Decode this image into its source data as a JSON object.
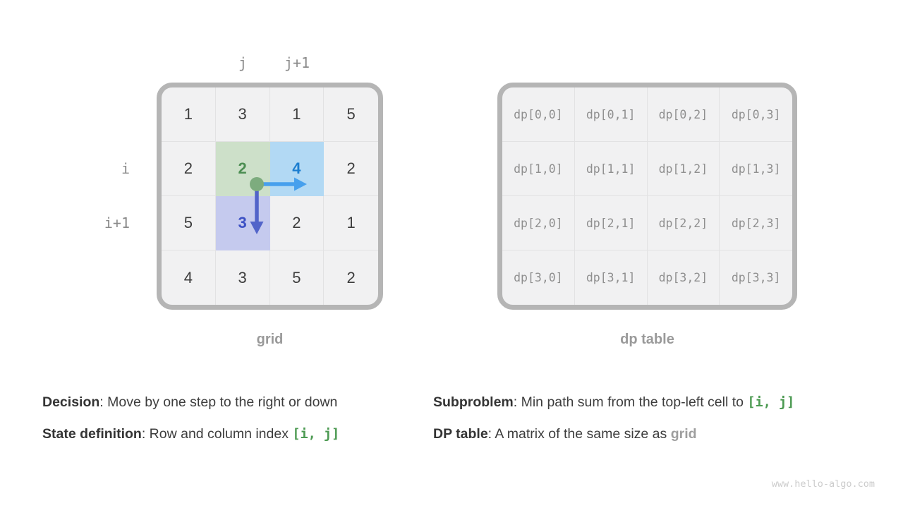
{
  "page": {
    "watermark": "www.hello-algo.com"
  },
  "grid": {
    "caption": "grid",
    "col_labels": {
      "j": "j",
      "j1": "j+1"
    },
    "row_labels": {
      "i": "i",
      "i1": "i+1"
    },
    "cells": [
      [
        "1",
        "3",
        "1",
        "5"
      ],
      [
        "2",
        "2",
        "4",
        "2"
      ],
      [
        "5",
        "3",
        "2",
        "1"
      ],
      [
        "4",
        "3",
        "5",
        "2"
      ]
    ],
    "highlights": {
      "current": {
        "row": 1,
        "col": 1,
        "fill": "#cde0c9",
        "text_color": "#4c8e52"
      },
      "move_right": {
        "row": 1,
        "col": 2,
        "fill": "#b2d9f4",
        "text_color": "#1c7ed0"
      },
      "move_down": {
        "row": 2,
        "col": 1,
        "fill": "#c5caee",
        "text_color": "#3c50c4"
      }
    },
    "marker_colors": {
      "dot": "#7dac7e",
      "right_arrow": "#47a0ed",
      "down_arrow": "#5264c9"
    }
  },
  "dp": {
    "caption": "dp table",
    "cells": [
      [
        "dp[0,0]",
        "dp[0,1]",
        "dp[0,2]",
        "dp[0,3]"
      ],
      [
        "dp[1,0]",
        "dp[1,1]",
        "dp[1,2]",
        "dp[1,3]"
      ],
      [
        "dp[2,0]",
        "dp[2,1]",
        "dp[2,2]",
        "dp[2,3]"
      ],
      [
        "dp[3,0]",
        "dp[3,1]",
        "dp[3,2]",
        "dp[3,3]"
      ]
    ]
  },
  "notes": {
    "left": [
      {
        "label": "Decision",
        "text": ": Move by one step to the right or down",
        "code": ""
      },
      {
        "label": "State definition",
        "text": ": Row and column index ",
        "code": "[i, j]"
      }
    ],
    "right": [
      {
        "label": "Subproblem",
        "text": ": Min path sum from the top-left cell to ",
        "code": "[i, j]"
      },
      {
        "label": "DP table",
        "text": ": A matrix of the same size as ",
        "code": "grid"
      }
    ]
  },
  "colors": {
    "table_border": "#b5b5b5",
    "cell_background": "#f1f1f2",
    "cell_text": "#3d3d3d",
    "axis_label": "#8a8a8a",
    "caption": "#9a9a9a",
    "code_green": "#4c9a52",
    "grid_ref_gray": "#9e9e9e"
  }
}
